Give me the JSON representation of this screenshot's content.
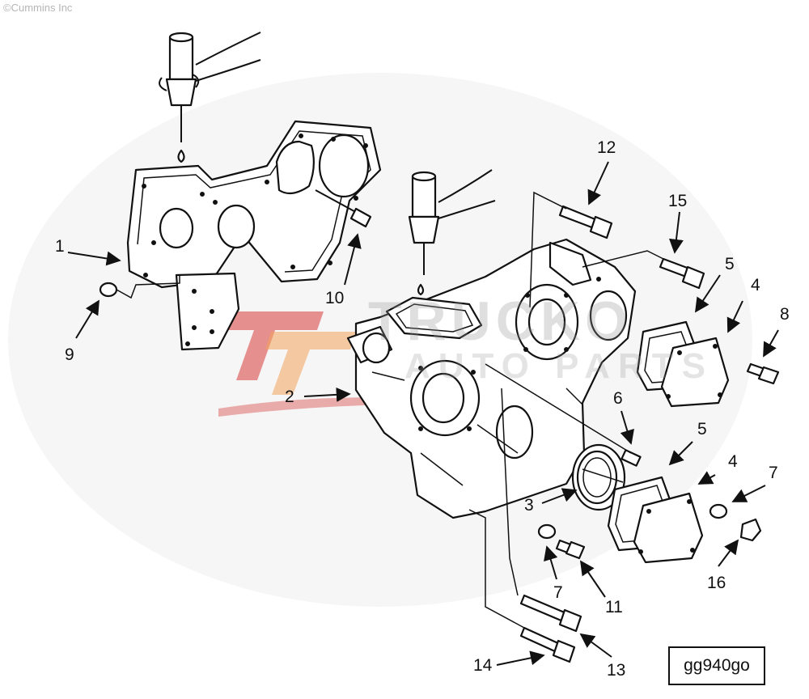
{
  "copyright": "©Cummins Inc",
  "watermark": {
    "line1": "TRUCKO",
    "line2": "AUTO PARTS"
  },
  "figure_code": "gg940go",
  "callouts": {
    "c1": "1",
    "c2": "2",
    "c3": "3",
    "c4a": "4",
    "c4b": "4",
    "c5a": "5",
    "c5b": "5",
    "c6": "6",
    "c7a": "7",
    "c7b": "7",
    "c8": "8",
    "c9": "9",
    "c10": "10",
    "c11": "11",
    "c12": "12",
    "c13": "13",
    "c14": "14",
    "c15": "15",
    "c16": "16"
  },
  "colors": {
    "line": "#111111",
    "brand_red": "#d83a3a",
    "brand_orange": "#f2a25a"
  }
}
